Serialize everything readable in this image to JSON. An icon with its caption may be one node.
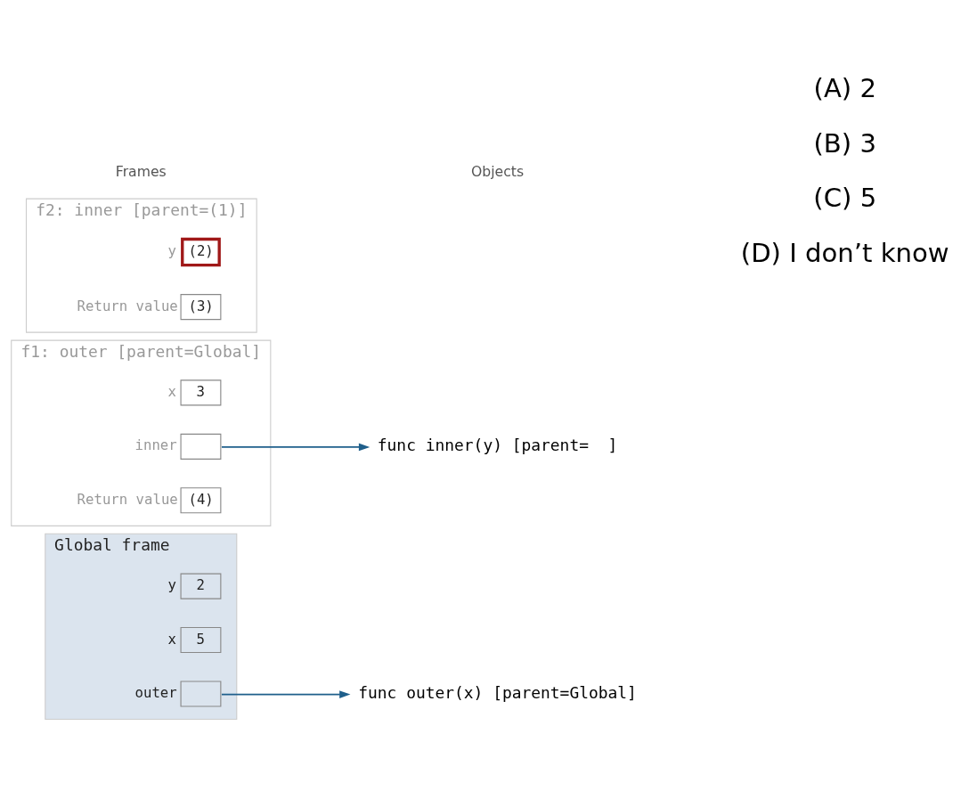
{
  "diagram": {
    "nodes": [
      {
        "text": [
          "Global frame"
        ]
      },
      {
        "text": [
          "y",
          "2"
        ],
        "in": 0
      },
      {
        "text": [
          "x",
          "5"
        ],
        "in": 0
      },
      {
        "text": [
          "outer"
        ],
        "in": 0
      },
      {
        "text": [
          "f1: outer [parent=Global]"
        ]
      },
      {
        "text": [
          "x",
          "3"
        ],
        "in": 4
      },
      {
        "text": [
          "inner"
        ],
        "in": 4
      },
      {
        "text": [
          "Return value",
          "(4)"
        ],
        "in": 4
      },
      {
        "text": [
          "f2: inner [parent=(1)]"
        ]
      },
      {
        "text": [
          "y",
          "(2)"
        ],
        "in": 8
      },
      {
        "text": [
          "Return value",
          "(3)"
        ],
        "in": 8
      },
      {
        "text": [
          "func outer(x) [parent=Global]"
        ]
      },
      {
        "text": [
          "func inner(y) [parent=  ]"
        ]
      }
    ],
    "edges": [
      {
        "from": 3,
        "to": 11,
        "arrow": "to"
      },
      {
        "from": 6,
        "to": 12,
        "arrow": "to"
      }
    ],
    "labels": [
      "Frames",
      "Objects",
      "(A) 2",
      "(B) 3",
      "(C) 5",
      "(D) I don’t know"
    ]
  }
}
